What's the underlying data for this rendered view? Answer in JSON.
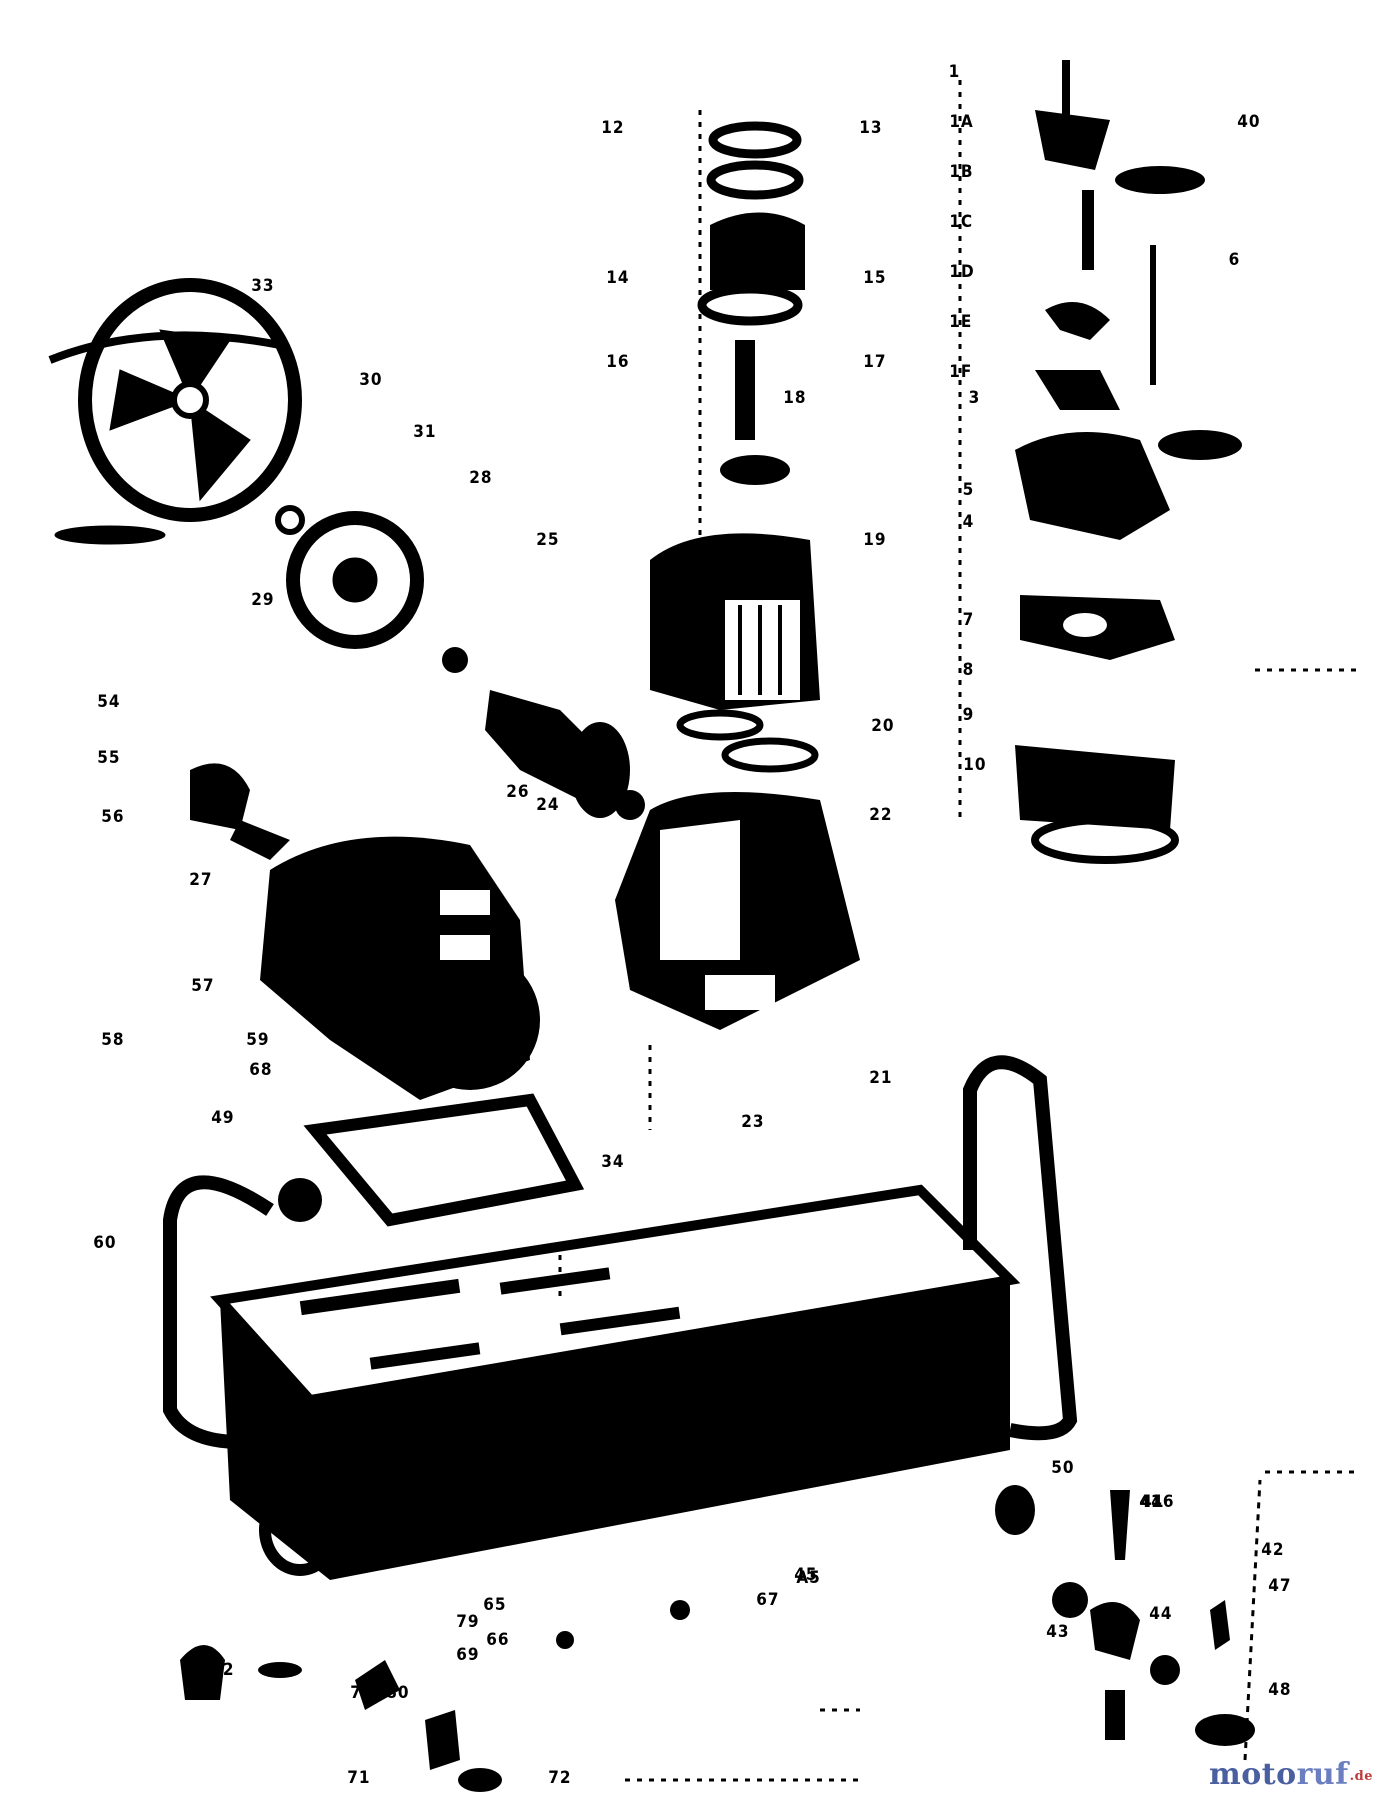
{
  "diagram": {
    "labels": [
      "1",
      "1A",
      "1B",
      "1C",
      "1D",
      "1E",
      "1F",
      "3",
      "4",
      "5",
      "6",
      "7",
      "8",
      "9",
      "10",
      "12",
      "13",
      "14",
      "15",
      "16",
      "17",
      "18",
      "19",
      "20",
      "21",
      "22",
      "23",
      "24",
      "25",
      "26",
      "27",
      "28",
      "29",
      "30",
      "31",
      "32",
      "33",
      "34",
      "40",
      "41",
      "42",
      "43",
      "44",
      "45",
      "46",
      "47",
      "48",
      "49",
      "50",
      "54",
      "55",
      "56",
      "57",
      "58",
      "59",
      "60",
      "65",
      "66",
      "67",
      "68",
      "69",
      "70",
      "71",
      "72",
      "79",
      "80",
      "A5",
      "41"
    ],
    "watermark": {
      "brand_a": "moto",
      "brand_b": "ruf",
      "suffix": ".de"
    },
    "colors": {
      "ink": "#000000",
      "paper": "#ffffff",
      "watermark_blue": "#4a5fa0",
      "watermark_red": "#c03a3a"
    }
  }
}
